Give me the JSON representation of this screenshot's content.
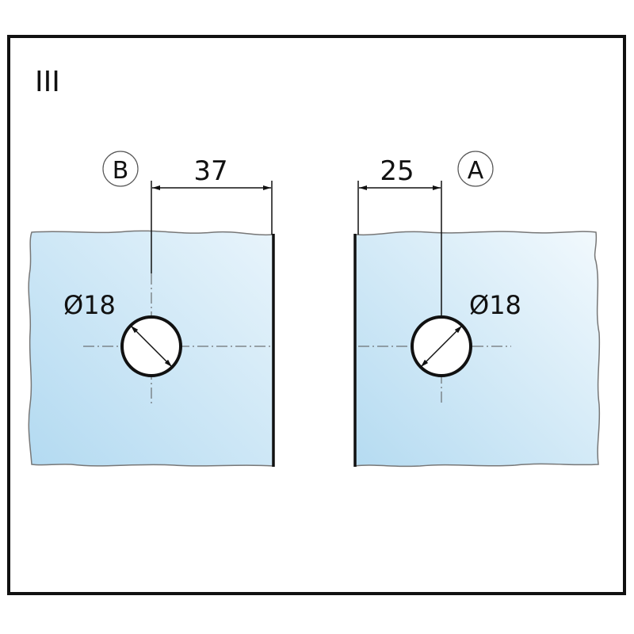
{
  "diagram": {
    "panel_label": "III",
    "left": {
      "marker": "B",
      "distance": "37",
      "hole_diameter": "Ø18"
    },
    "right": {
      "marker": "A",
      "distance": "25",
      "hole_diameter": "Ø18"
    },
    "colors": {
      "glass_light": "#eef7fc",
      "glass_dark": "#b3daf1",
      "line": "#111111"
    }
  }
}
